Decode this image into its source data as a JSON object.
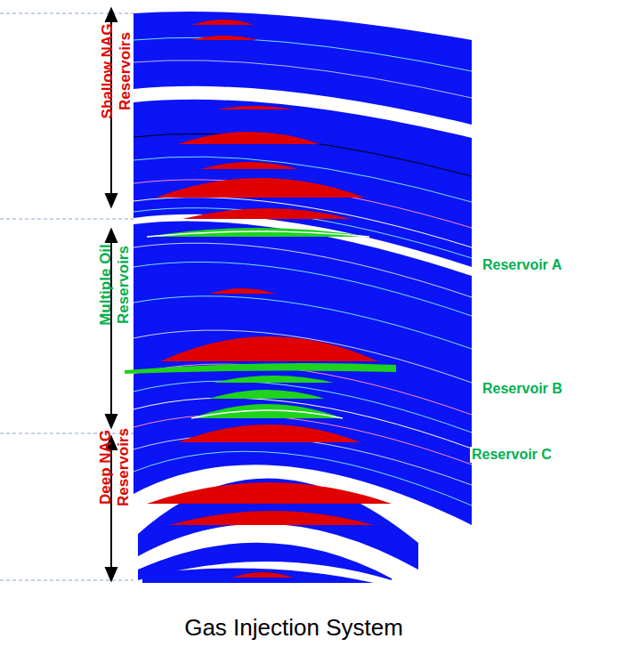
{
  "diagram": {
    "caption": "Gas Injection System",
    "labels": [
      "Shallow NAG Reservoirs",
      "Multiple Oil Reservoirs",
      "Deep NAG Reservoirs",
      "Reservoir A",
      "Reservoir B",
      "Reservoir C"
    ]
  }
}
